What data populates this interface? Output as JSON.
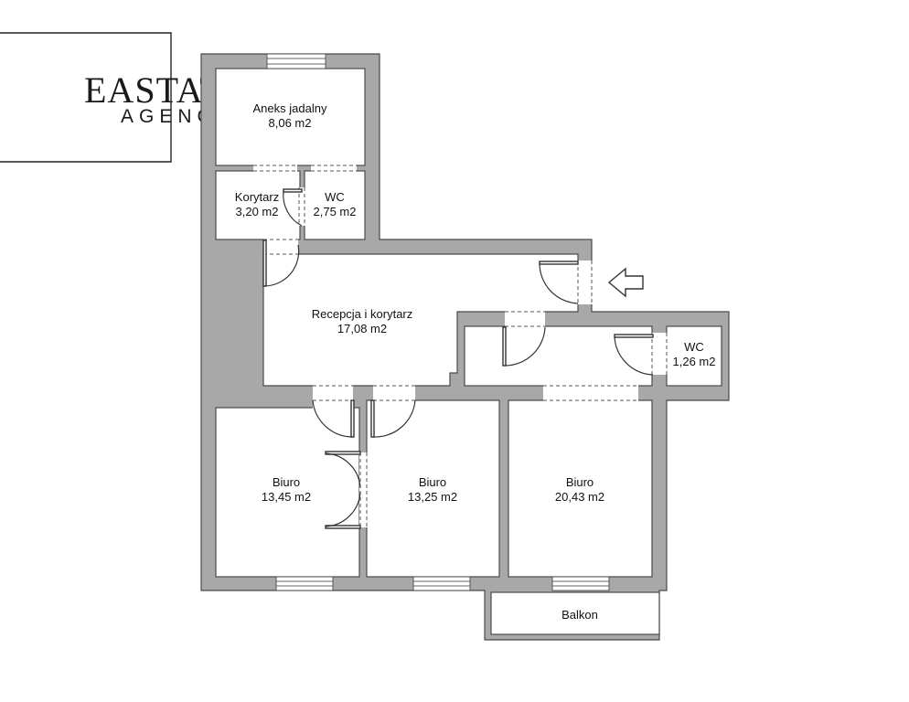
{
  "logo": {
    "name": "EASTATE",
    "tagline": "AGENCY"
  },
  "rooms": [
    {
      "id": "aneks",
      "name": "Aneks jadalny",
      "area": "8,06 m2"
    },
    {
      "id": "korytarz",
      "name": "Korytarz",
      "area": "3,20 m2"
    },
    {
      "id": "wc1",
      "name": "WC",
      "area": "2,75 m2"
    },
    {
      "id": "recepcja",
      "name": "Recepcja i korytarz",
      "area": "17,08 m2"
    },
    {
      "id": "wc2",
      "name": "WC",
      "area": "1,26 m2"
    },
    {
      "id": "biuro1",
      "name": "Biuro",
      "area": "13,45 m2"
    },
    {
      "id": "biuro2",
      "name": "Biuro",
      "area": "13,25 m2"
    },
    {
      "id": "biuro3",
      "name": "Biuro",
      "area": "20,43 m2"
    },
    {
      "id": "balkon",
      "name": "Balkon",
      "area": ""
    }
  ],
  "colors": {
    "wall": "#a8a8a8",
    "outline": "#4a4a4a",
    "floor": "#ffffff"
  }
}
